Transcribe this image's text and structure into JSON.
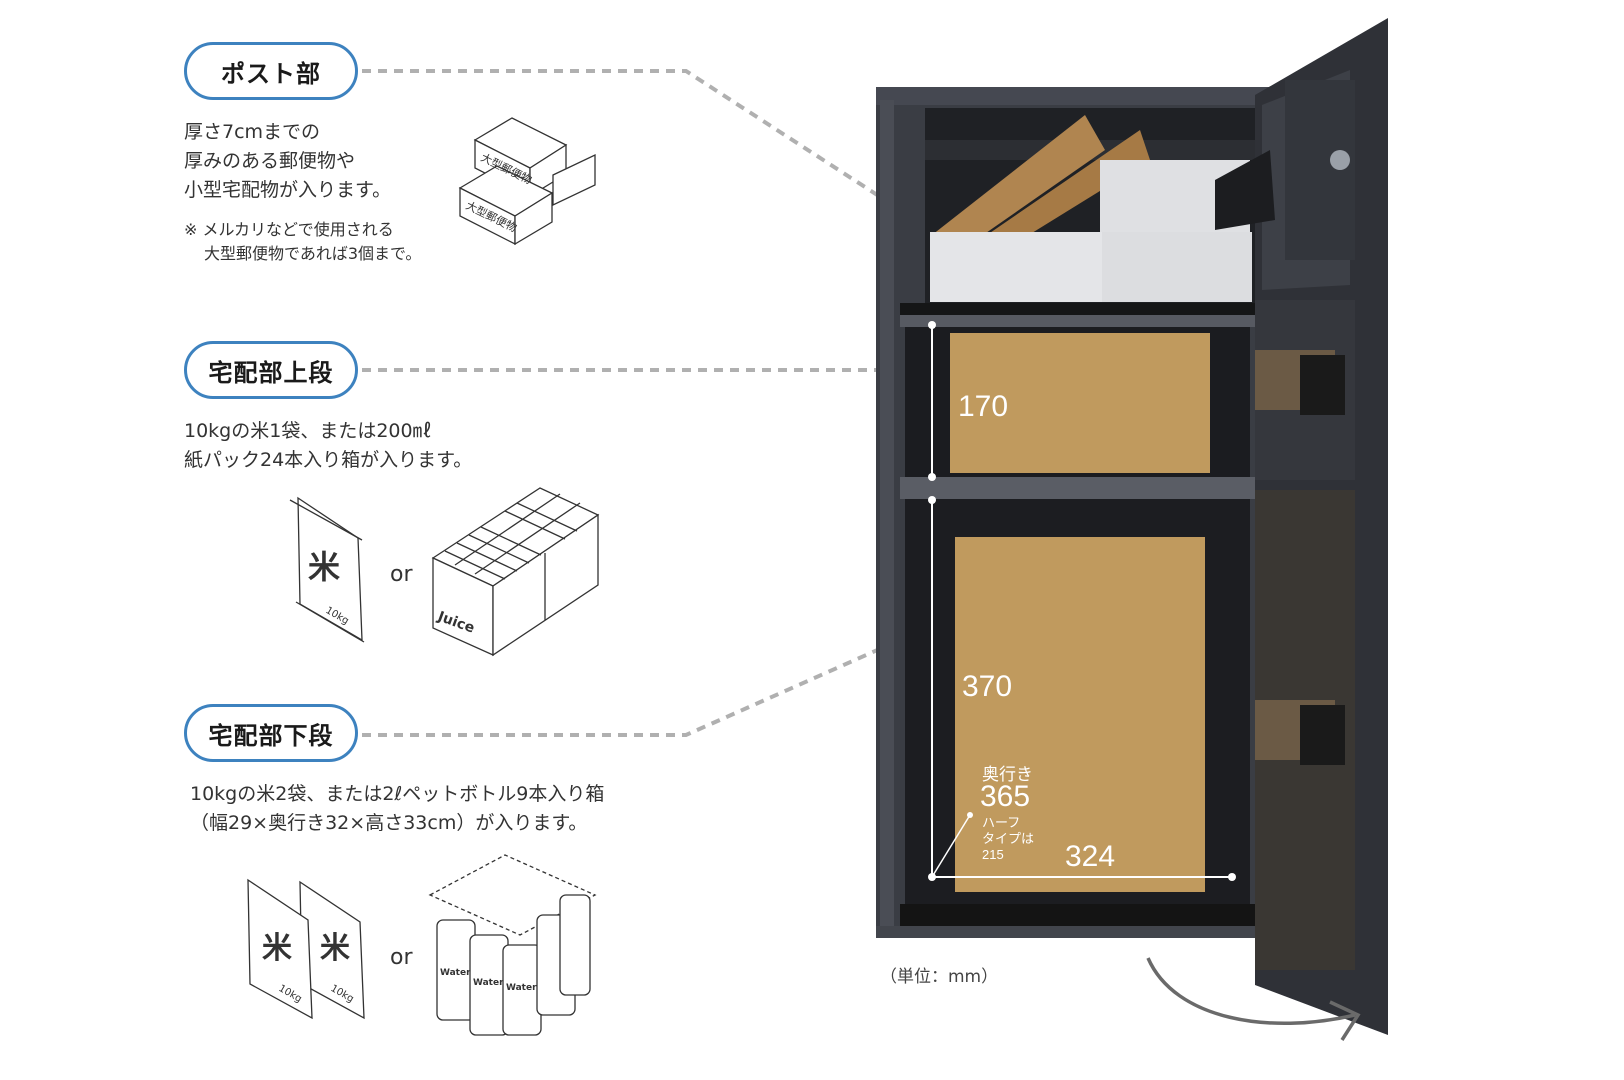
{
  "sections": [
    {
      "title": "ポスト部",
      "description": [
        "厚さ7cmまでの",
        "厚みのある郵便物や",
        "小型宅配物が入ります。"
      ],
      "note": [
        "※ メルカリなどで使用される",
        "大型郵便物であれば3個まで。"
      ],
      "illustration": {
        "icon": "large-mail-packages-icon",
        "box_label": "大型郵便物"
      }
    },
    {
      "title": "宅配部上段",
      "description": [
        "10kgの米1袋、または200㎖",
        "紙パック24本入り箱が入ります。"
      ],
      "illustration": {
        "left_icon": "rice-bag-icon",
        "rice_char": "米",
        "rice_weight": "10kg",
        "or_text": "or",
        "right_icon": "juice-carton-box-icon",
        "juice_label": "Juice"
      }
    },
    {
      "title": "宅配部下段",
      "description": [
        "10kgの米2袋、または2ℓペットボトル9本入り箱",
        "（幅29×奥行き32×高さ33cm）が入ります。"
      ],
      "illustration": {
        "left_icon": "rice-bags-icon",
        "rice_char": "米",
        "rice_weight": "10kg",
        "or_text": "or",
        "right_icon": "water-bottles-icon",
        "water_label": "Water"
      }
    }
  ],
  "dimensions": {
    "upper_height": "170",
    "lower_height": "370",
    "depth_label": "奥行き",
    "depth": "365",
    "half_type_note": [
      "ハーフ",
      "タイプは",
      "215"
    ],
    "width": "324"
  },
  "unit_label": "（単位：mm）",
  "colors": {
    "pill_border": "#3d82bf",
    "cabinet": "#3a3d44",
    "cardboard": "#c09a5e",
    "connector": "#b0b0b0"
  }
}
